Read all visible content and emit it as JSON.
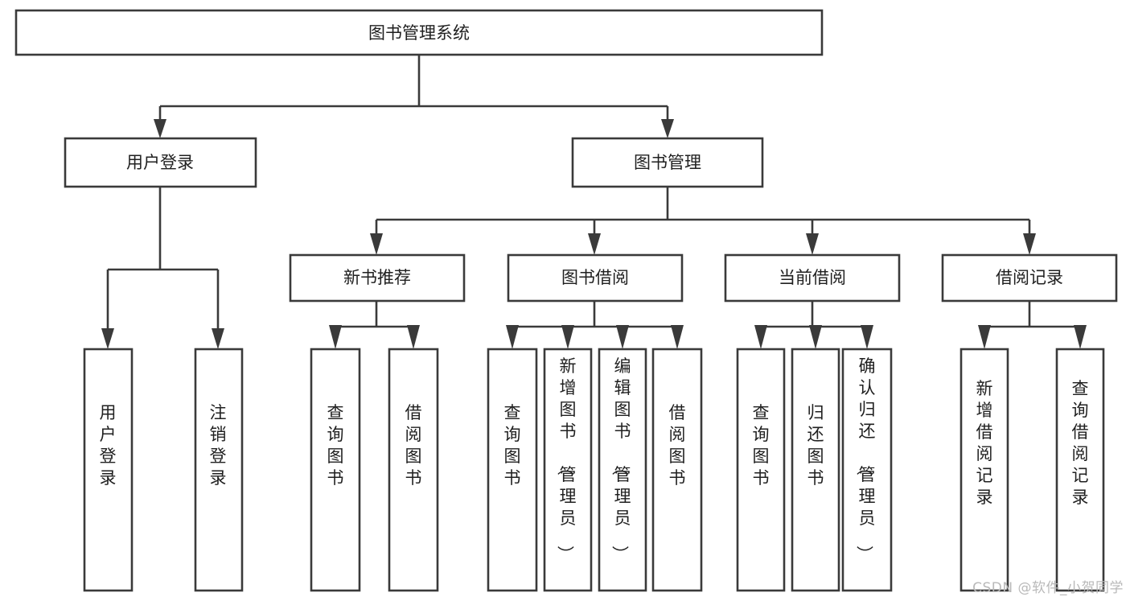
{
  "diagram": {
    "title": "图书管理系统",
    "type": "hierarchy-tree",
    "orientation": "top-down",
    "colors": {
      "stroke": "#3a3a3a",
      "fill": "#ffffff",
      "text": "#202020",
      "watermark": "#b9b9b9"
    },
    "levels": {
      "root": {
        "label": "图书管理系统"
      },
      "level1": [
        {
          "id": "user-login",
          "label": "用户登录"
        },
        {
          "id": "book-management",
          "label": "图书管理"
        }
      ],
      "level2": [
        {
          "id": "new-book-recommend",
          "label": "新书推荐",
          "parent": "book-management"
        },
        {
          "id": "book-borrow",
          "label": "图书借阅",
          "parent": "book-management"
        },
        {
          "id": "current-borrow",
          "label": "当前借阅",
          "parent": "book-management"
        },
        {
          "id": "borrow-record",
          "label": "借阅记录",
          "parent": "book-management"
        }
      ],
      "leaves": [
        {
          "id": "leaf-user-login",
          "label": "用户登录",
          "parent": "user-login"
        },
        {
          "id": "leaf-user-logout",
          "label": "注销登录",
          "parent": "user-login"
        },
        {
          "id": "leaf-query-book-1",
          "label": "查询图书",
          "parent": "new-book-recommend"
        },
        {
          "id": "leaf-borrow-book-1",
          "label": "借阅图书",
          "parent": "new-book-recommend"
        },
        {
          "id": "leaf-query-book-2",
          "label": "查询图书",
          "parent": "book-borrow"
        },
        {
          "id": "leaf-add-book",
          "label": "新增图书（管理员）",
          "parent": "book-borrow"
        },
        {
          "id": "leaf-edit-book",
          "label": "编辑图书（管理员）",
          "parent": "book-borrow"
        },
        {
          "id": "leaf-borrow-book-2",
          "label": "借阅图书",
          "parent": "book-borrow"
        },
        {
          "id": "leaf-query-book-3",
          "label": "查询图书",
          "parent": "current-borrow"
        },
        {
          "id": "leaf-return-book",
          "label": "归还图书",
          "parent": "current-borrow"
        },
        {
          "id": "leaf-confirm-return",
          "label": "确认归还（管理员）",
          "parent": "current-borrow"
        },
        {
          "id": "leaf-add-record",
          "label": "新增借阅记录",
          "parent": "borrow-record"
        },
        {
          "id": "leaf-query-record",
          "label": "查询借阅记录",
          "parent": "borrow-record"
        }
      ]
    }
  },
  "watermark": {
    "text": "CSDN @软件_小贺同学"
  }
}
